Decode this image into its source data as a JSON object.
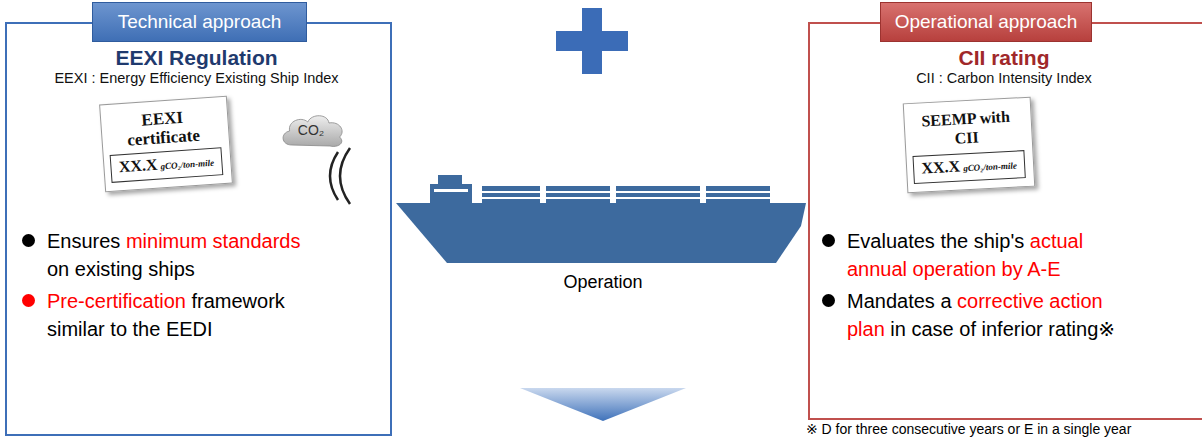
{
  "diagram": {
    "nodes": [
      {
        "text": [
          "Technical approach",
          "EEXI Regulation",
          "EEXI : Energy Efficiency Existing Ship Index",
          "Ensures minimum standards on existing ships",
          "Pre-certification framework similar to the EEDI"
        ]
      },
      {
        "text": [
          "EEXI certificate"
        ],
        "in": 0
      },
      {
        "text": [
          "XX.X",
          "gCO₂/ton-mile"
        ],
        "in": 1
      },
      {
        "text": [
          "CO₂"
        ],
        "in": 0
      },
      {
        "text": [
          "Operational approach",
          "CII rating",
          "CII : Carbon Intensity Index",
          "Evaluates the ship's actual annual operation by A-E",
          "Mandates a corrective action plan in case of inferior rating※"
        ]
      },
      {
        "text": [
          "SEEMP with CII"
        ],
        "in": 4
      },
      {
        "text": [
          "XX.X",
          "gCO₂/ton-mile"
        ],
        "in": 5
      }
    ],
    "labels": [
      "Operation",
      "※ D for three consecutive years or E in a single year"
    ]
  }
}
